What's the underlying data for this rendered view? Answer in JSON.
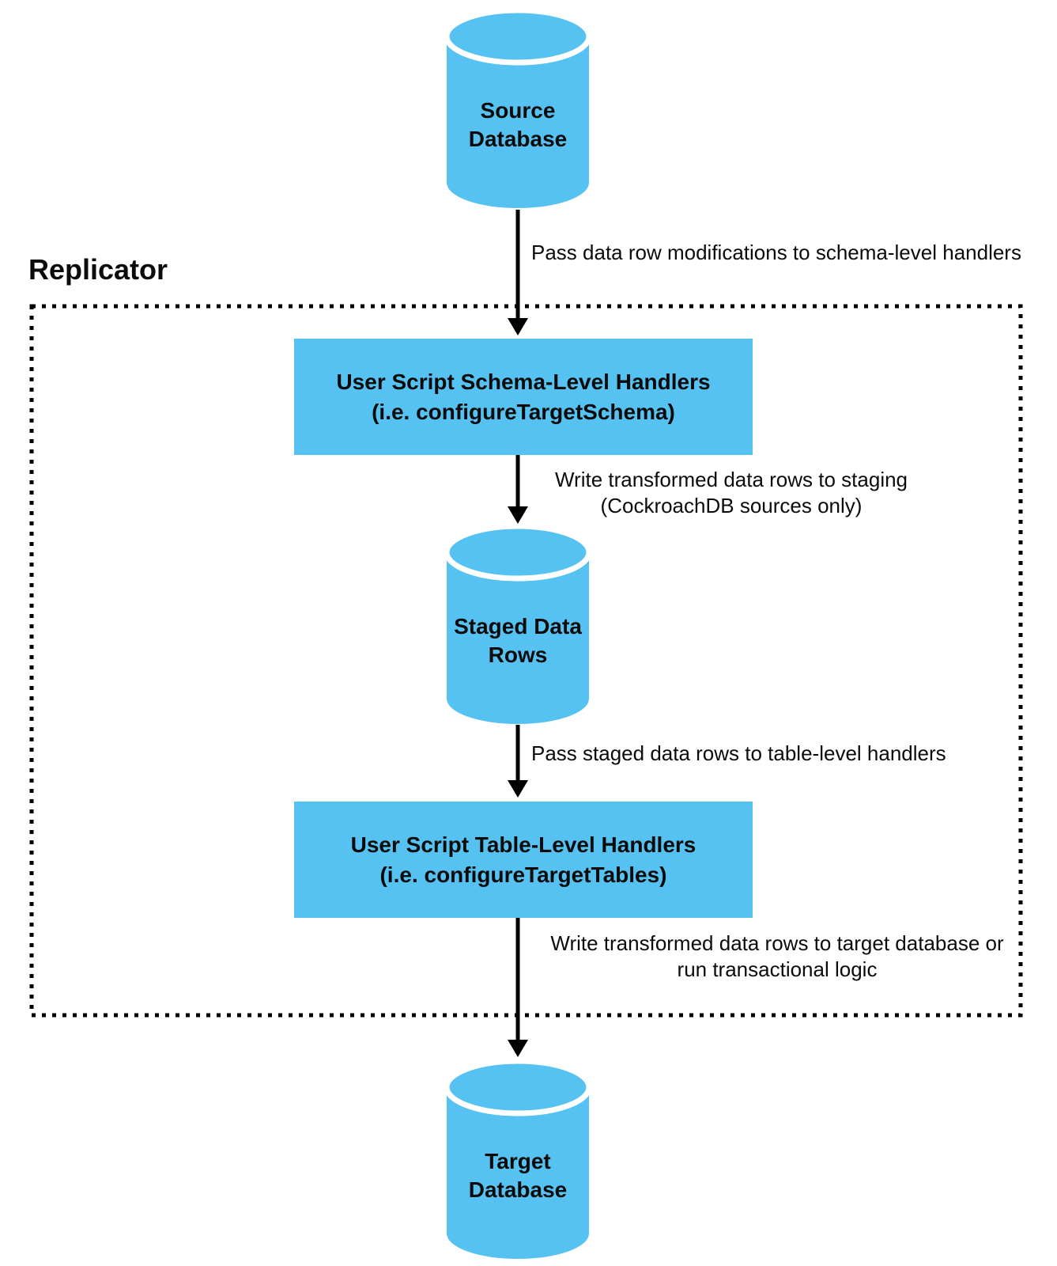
{
  "replicator": {
    "label": "Replicator"
  },
  "nodes": {
    "source": {
      "line1": "Source",
      "line2": "Database"
    },
    "schema_handlers": {
      "line1": "User Script Schema-Level Handlers",
      "line2": "(i.e. configureTargetSchema)"
    },
    "staged": {
      "line1": "Staged Data",
      "line2": "Rows"
    },
    "table_handlers": {
      "line1": "User Script Table-Level Handlers",
      "line2": "(i.e. configureTargetTables)"
    },
    "target": {
      "line1": "Target",
      "line2": "Database"
    }
  },
  "edges": {
    "source_to_schema": "Pass data row modifications to schema-level handlers",
    "schema_to_staged_line1": "Write transformed data rows to staging",
    "schema_to_staged_line2": "(CockroachDB sources only)",
    "staged_to_table": "Pass staged data rows to table-level handlers",
    "table_to_target_line1": "Write transformed data rows to target database or",
    "table_to_target_line2": "run transactional logic"
  },
  "colors": {
    "node_fill": "#56C2F1",
    "arrow_and_border": "#000000",
    "text": "#0b0b0b",
    "background": "#ffffff"
  }
}
